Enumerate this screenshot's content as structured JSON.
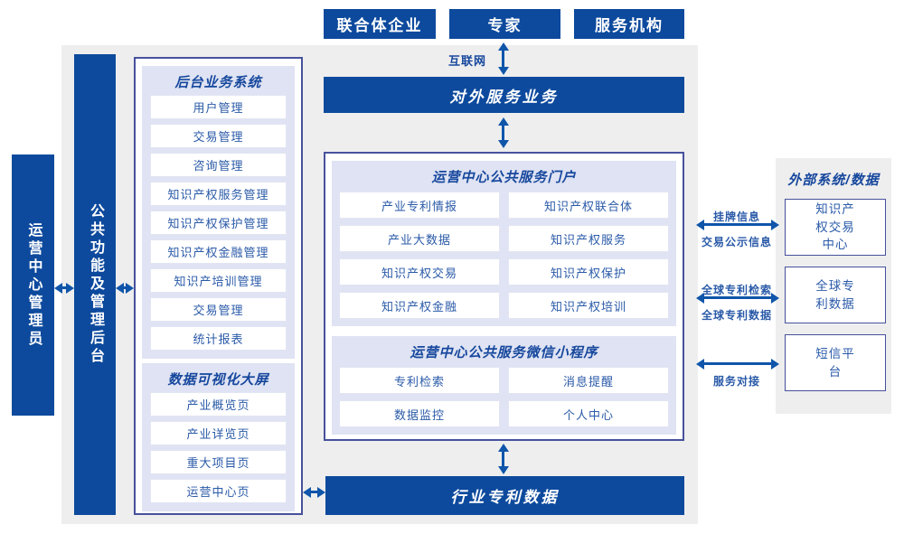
{
  "colors": {
    "primary": "#0d4a9d",
    "arrow": "#0f55aa",
    "panel": "#eeeeee",
    "lavender": "#dfe3f3",
    "border": "#47519c",
    "heading": "#16479d",
    "item-text": "#2a5aa8"
  },
  "top_actors": [
    "联合体企业",
    "专家",
    "服务机构"
  ],
  "network_label": "互联网",
  "bars": {
    "external_service": "对外服务业务",
    "industry_patent_data": "行业专利数据"
  },
  "left_rail": {
    "admin": "运营中心管理员",
    "backend": "公共功能及管理后台"
  },
  "backend_system": {
    "title": "后台业务系统",
    "items": [
      "用户管理",
      "交易管理",
      "咨询管理",
      "知识产权服务管理",
      "知识产权保护管理",
      "知识产权金融管理",
      "知识产培训管理",
      "交易管理",
      "统计报表"
    ]
  },
  "dashboard": {
    "title": "数据可视化大屏",
    "items": [
      "产业概览页",
      "产业详览页",
      "重大项目页",
      "运营中心页"
    ]
  },
  "portal": {
    "title": "运营中心公共服务门户",
    "items": [
      "产业专利情报",
      "知识产权联合体",
      "产业大数据",
      "知识产权服务",
      "知识产权交易",
      "知识产权保护",
      "知识产权金融",
      "知识产权培训"
    ]
  },
  "miniprogram": {
    "title": "运营中心公共服务微信小程序",
    "items": [
      "专利检索",
      "消息提醒",
      "数据监控",
      "个人中心"
    ]
  },
  "external_systems": {
    "title": "外部系统/数据",
    "items": [
      "知识产权交易中心",
      "全球专利数据",
      "短信平台"
    ]
  },
  "link_labels": {
    "listing_top": "挂牌信息",
    "listing_bottom": "交易公示信息",
    "patent_top": "全球专利检索",
    "patent_bottom": "全球专利数据",
    "service": "服务对接"
  }
}
